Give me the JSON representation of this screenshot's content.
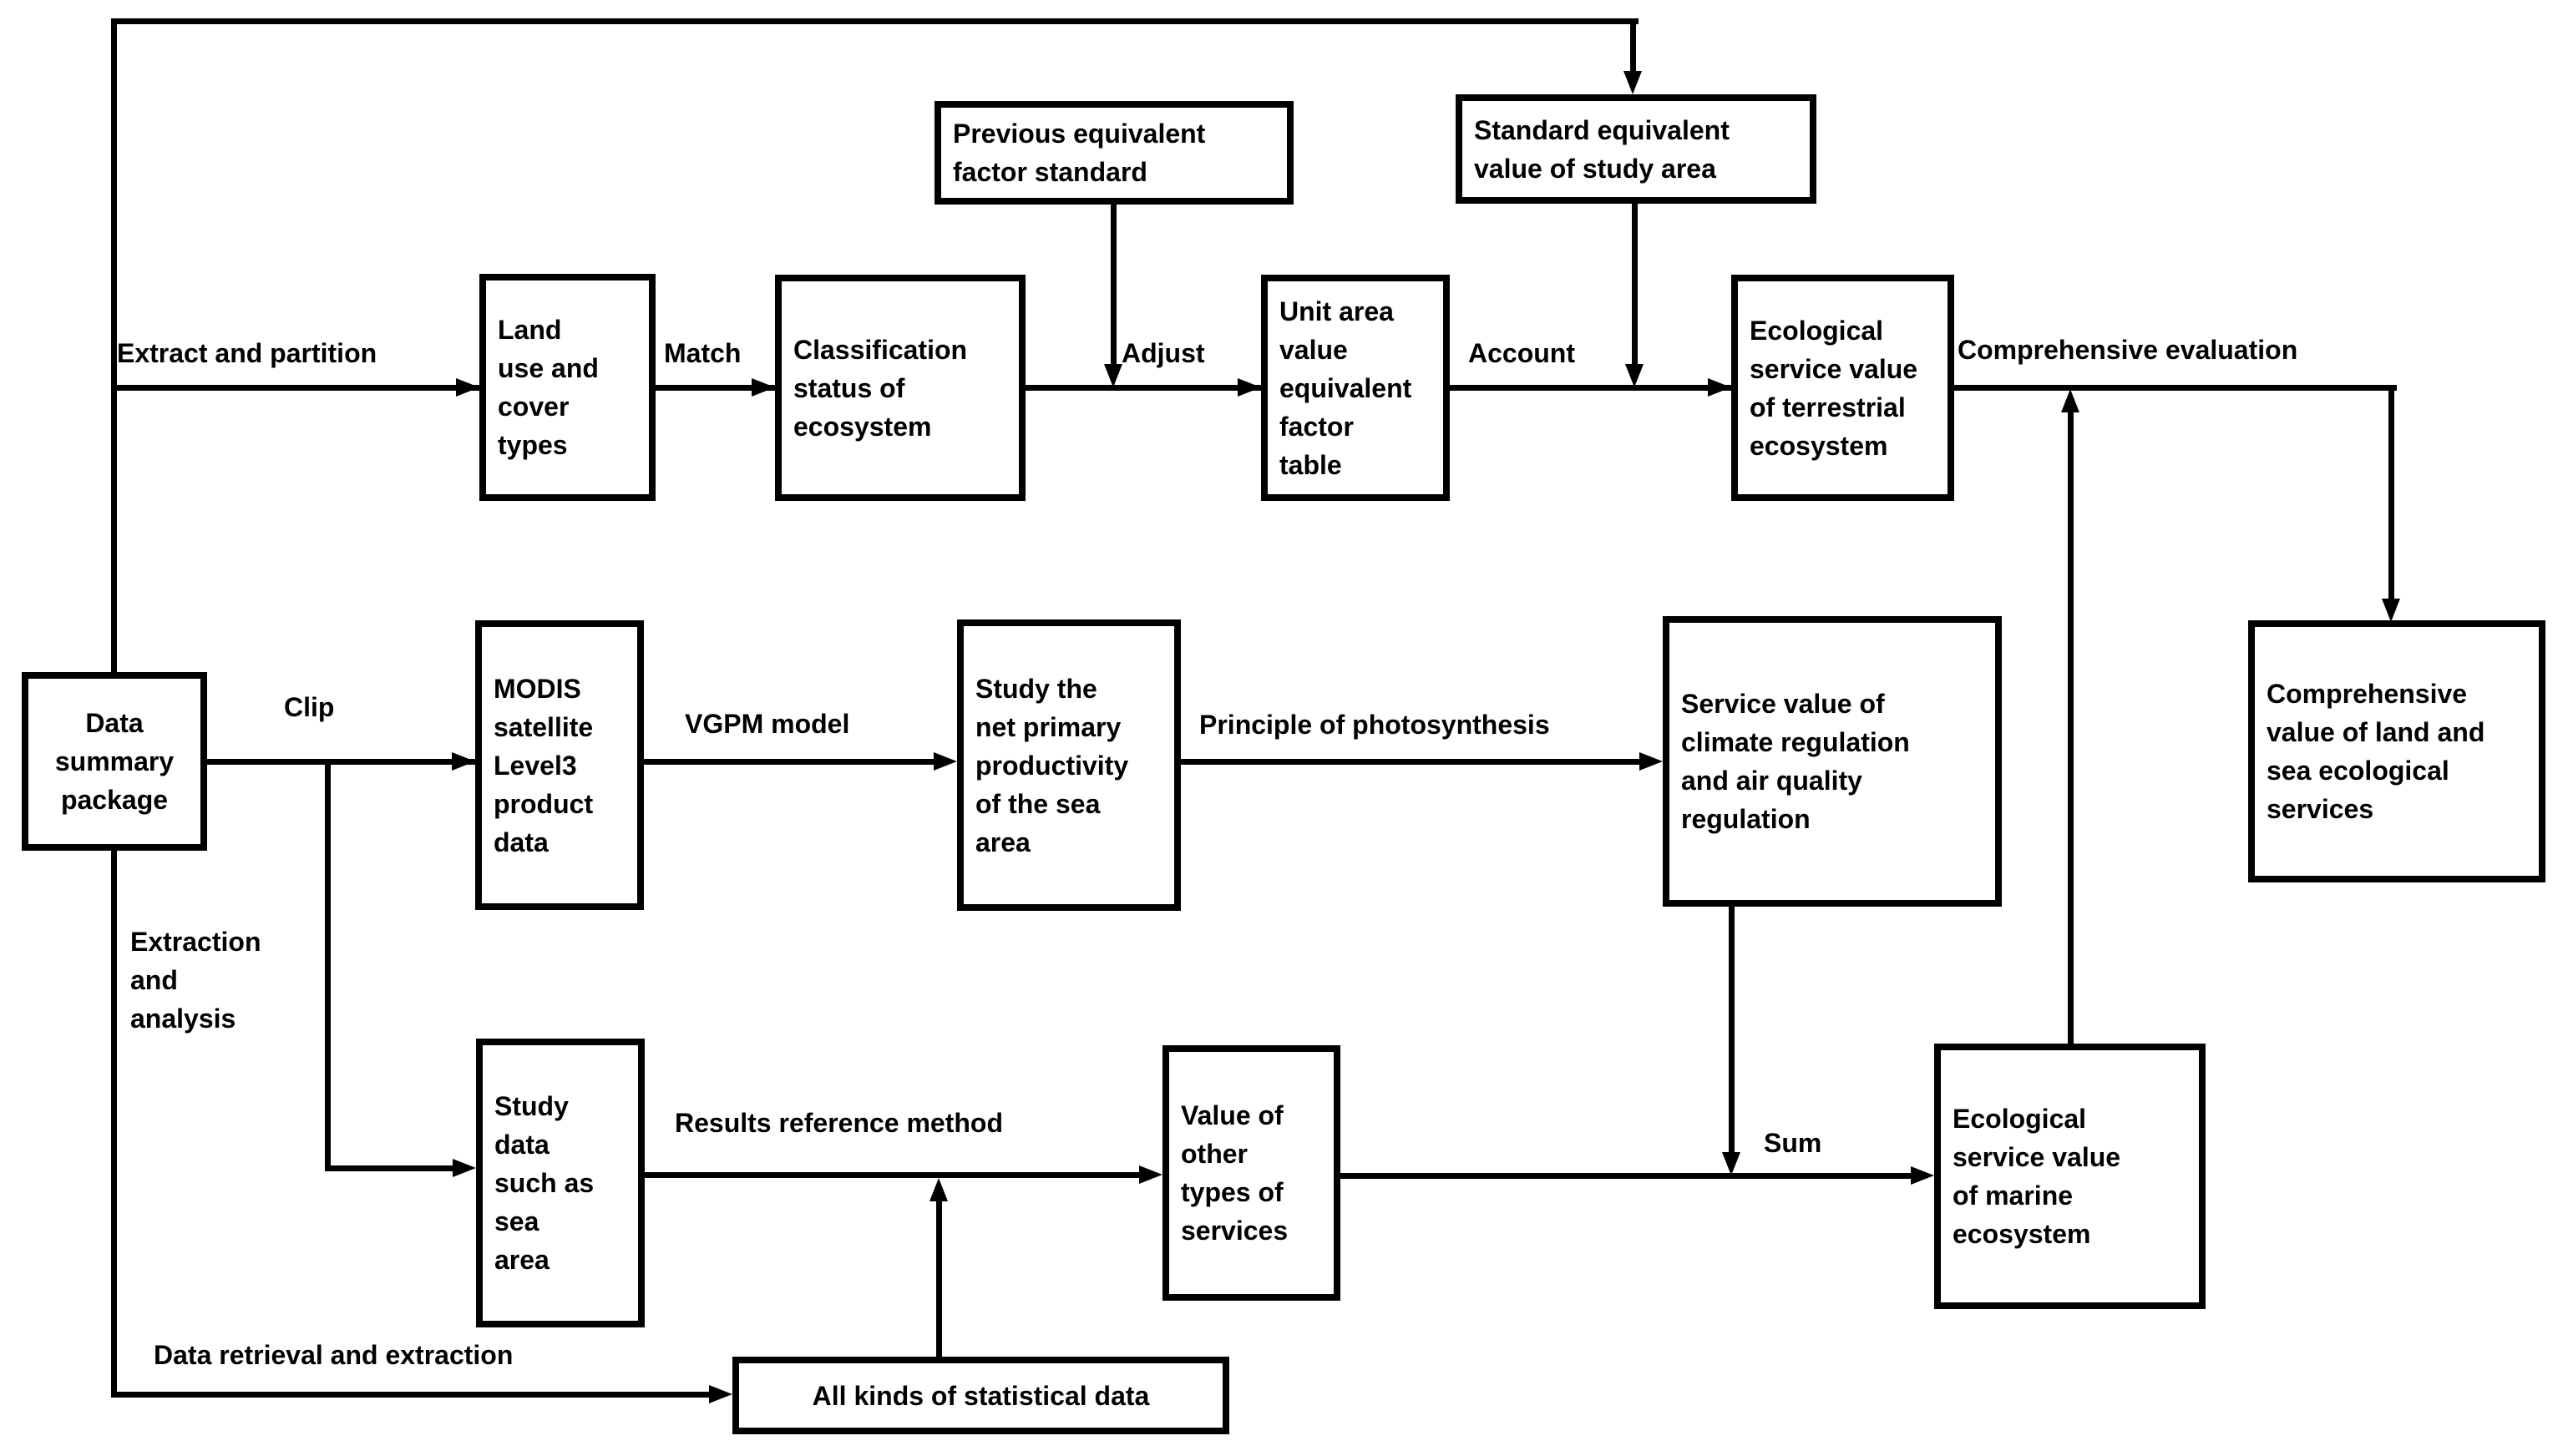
{
  "boxes": {
    "prev_factor": "Previous equivalent\nfactor standard",
    "std_equiv": "Standard equivalent\nvalue of study area",
    "land_use": "Land\nuse and\ncover\ntypes",
    "classification": "Classification\nstatus of\necosystem",
    "unit_area": "Unit area\nvalue\nequivalent\nfactor\ntable",
    "terrestrial": "Ecological\nservice value\nof terrestrial\necosystem",
    "comp_value": "Comprehensive\nvalue of land and\nsea ecological\nservices",
    "data_package": "Data\nsummary\npackage",
    "modis": "MODIS\nsatellite\nLevel3\nproduct\ndata",
    "study_npp": "Study the\nnet primary\nproductivity\nof the sea\narea",
    "service_value": "Service value of\nclimate regulation\nand air quality\nregulation",
    "study_data": "Study\ndata\nsuch as\nsea\narea",
    "value_other": "Value of\nother\ntypes of\nservices",
    "marine": "Ecological\nservice value\nof marine\necosystem",
    "statistical": "All kinds of statistical data"
  },
  "labels": {
    "extract_partition": "Extract and  partition",
    "match": "Match",
    "adjust": "Adjust",
    "account": "Account",
    "comp_eval": "Comprehensive evaluation",
    "clip": "Clip",
    "vgpm": "VGPM model",
    "photosynthesis": "Principle of photosynthesis",
    "extraction_analysis": "Extraction\nand\nanalysis",
    "results_ref": "Results reference method",
    "sum": "Sum",
    "data_retrieval": "Data retrieval and extraction"
  },
  "colors": {
    "line": "#000000",
    "background": "#ffffff"
  }
}
